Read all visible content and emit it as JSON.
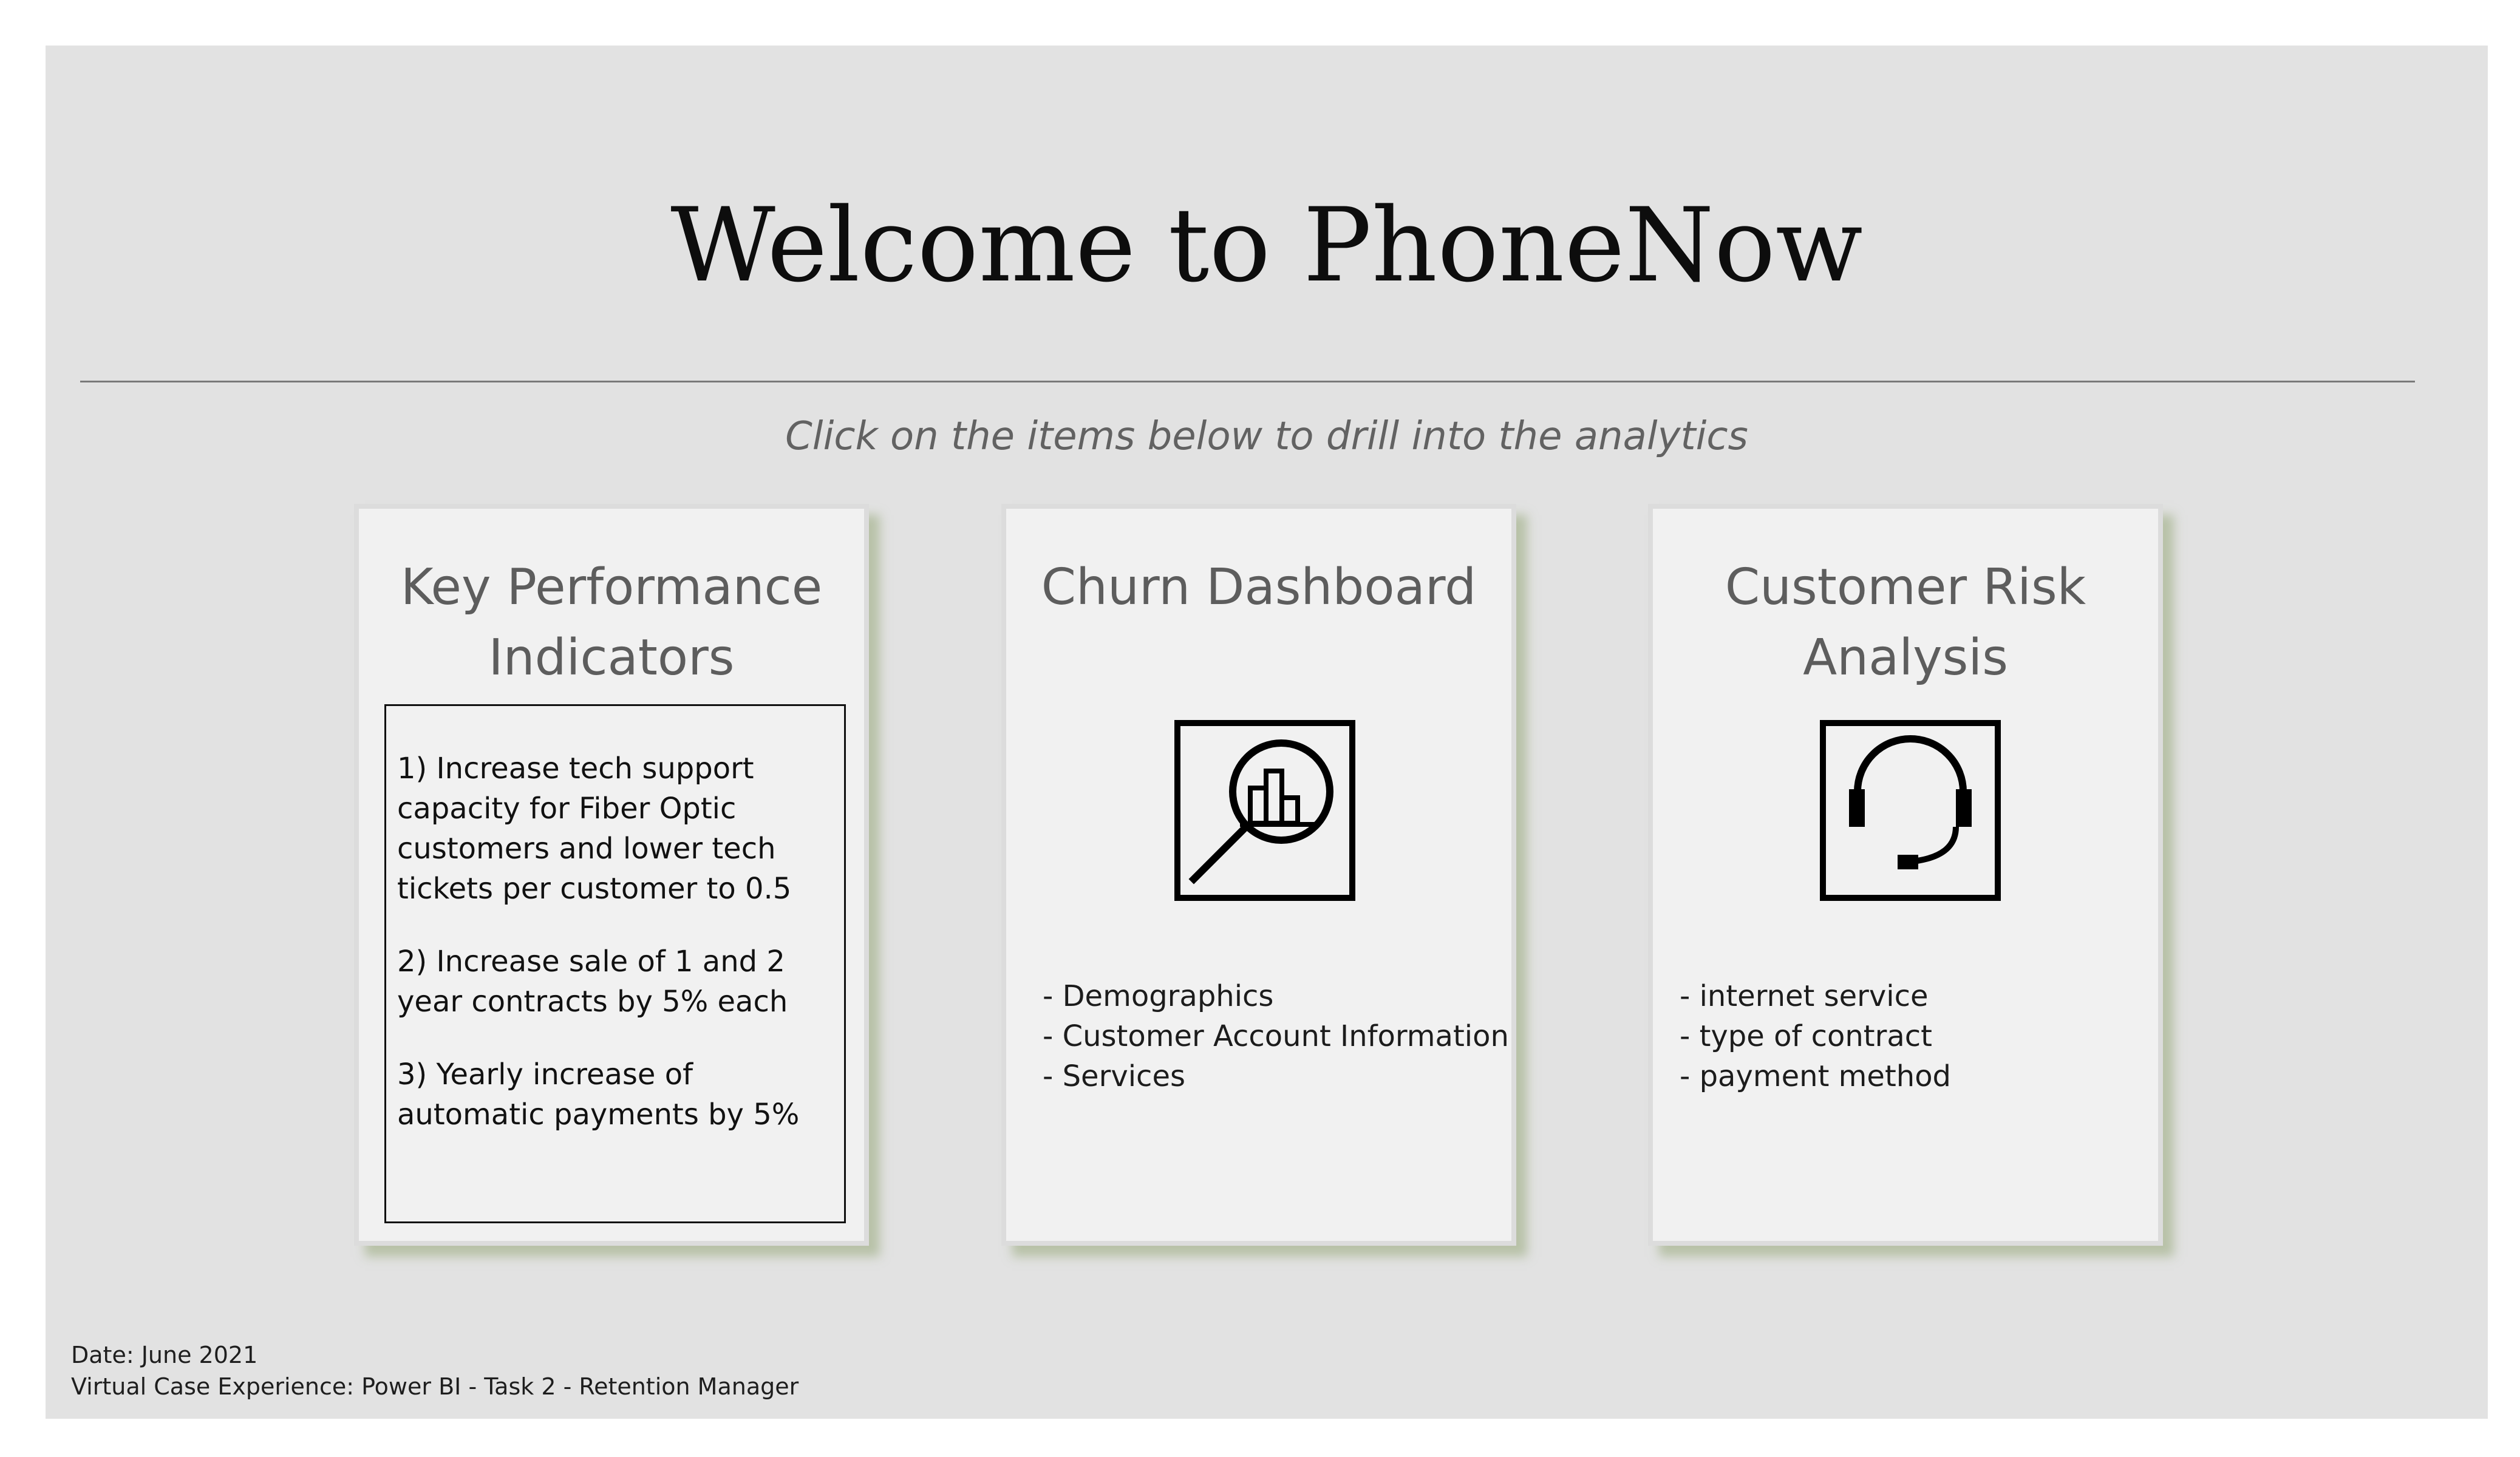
{
  "header": {
    "title": "Welcome to PhoneNow",
    "subtitle": "Click on the items below to drill into the analytics"
  },
  "cards": {
    "kpi": {
      "title": "Key Performance Indicators",
      "items": [
        "1) Increase tech support capacity for Fiber Optic customers and lower tech tickets per customer to 0.5",
        "2) Increase sale of 1 and 2 year contracts by 5% each",
        "3) Yearly increase of automatic payments by 5%"
      ]
    },
    "churn": {
      "title": "Churn Dashboard",
      "icon": "magnifier-bar-chart-icon",
      "bullets": [
        "- Demographics",
        "- Customer Account Information",
        "- Services"
      ]
    },
    "risk": {
      "title": "Customer Risk Analysis",
      "icon": "headset-icon",
      "bullets": [
        "- internet service",
        "- type of contract",
        "- payment method"
      ]
    }
  },
  "footer": {
    "date": "Date: June 2021",
    "case": "Virtual Case Experience: Power BI - Task 2 - Retention Manager"
  },
  "colors": {
    "canvas": "#e2e2e2",
    "card": "#f1f1f1",
    "shadow": "#96a878",
    "title_text": "#0d0d0d",
    "card_title_text": "#5d5d5d"
  }
}
